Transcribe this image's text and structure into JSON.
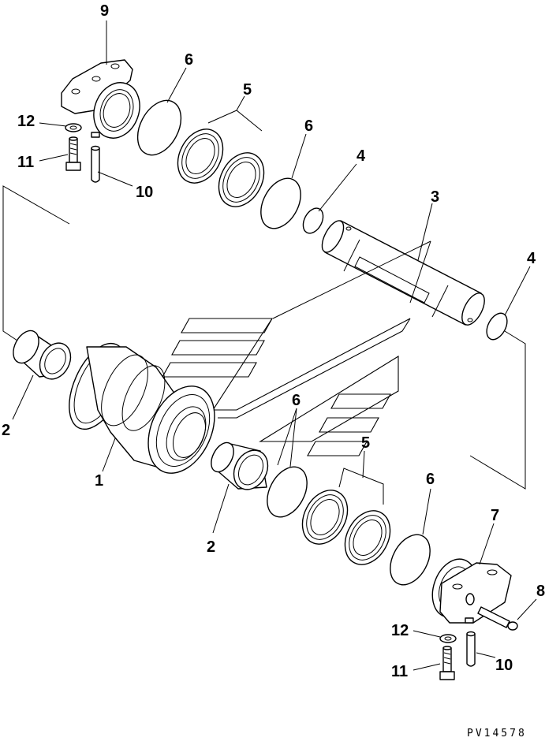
{
  "diagram": {
    "drawing_code": "PV14578",
    "labels": {
      "l1": "1",
      "l2a": "2",
      "l2b": "2",
      "l3": "3",
      "l4a": "4",
      "l4b": "4",
      "l5a": "5",
      "l5b": "5",
      "l6a": "6",
      "l6b": "6",
      "l6c": "6",
      "l6d": "6",
      "l7": "7",
      "l8": "8",
      "l9": "9",
      "l10a": "10",
      "l10b": "10",
      "l11a": "11",
      "l11b": "11",
      "l12a": "12",
      "l12b": "12"
    }
  }
}
